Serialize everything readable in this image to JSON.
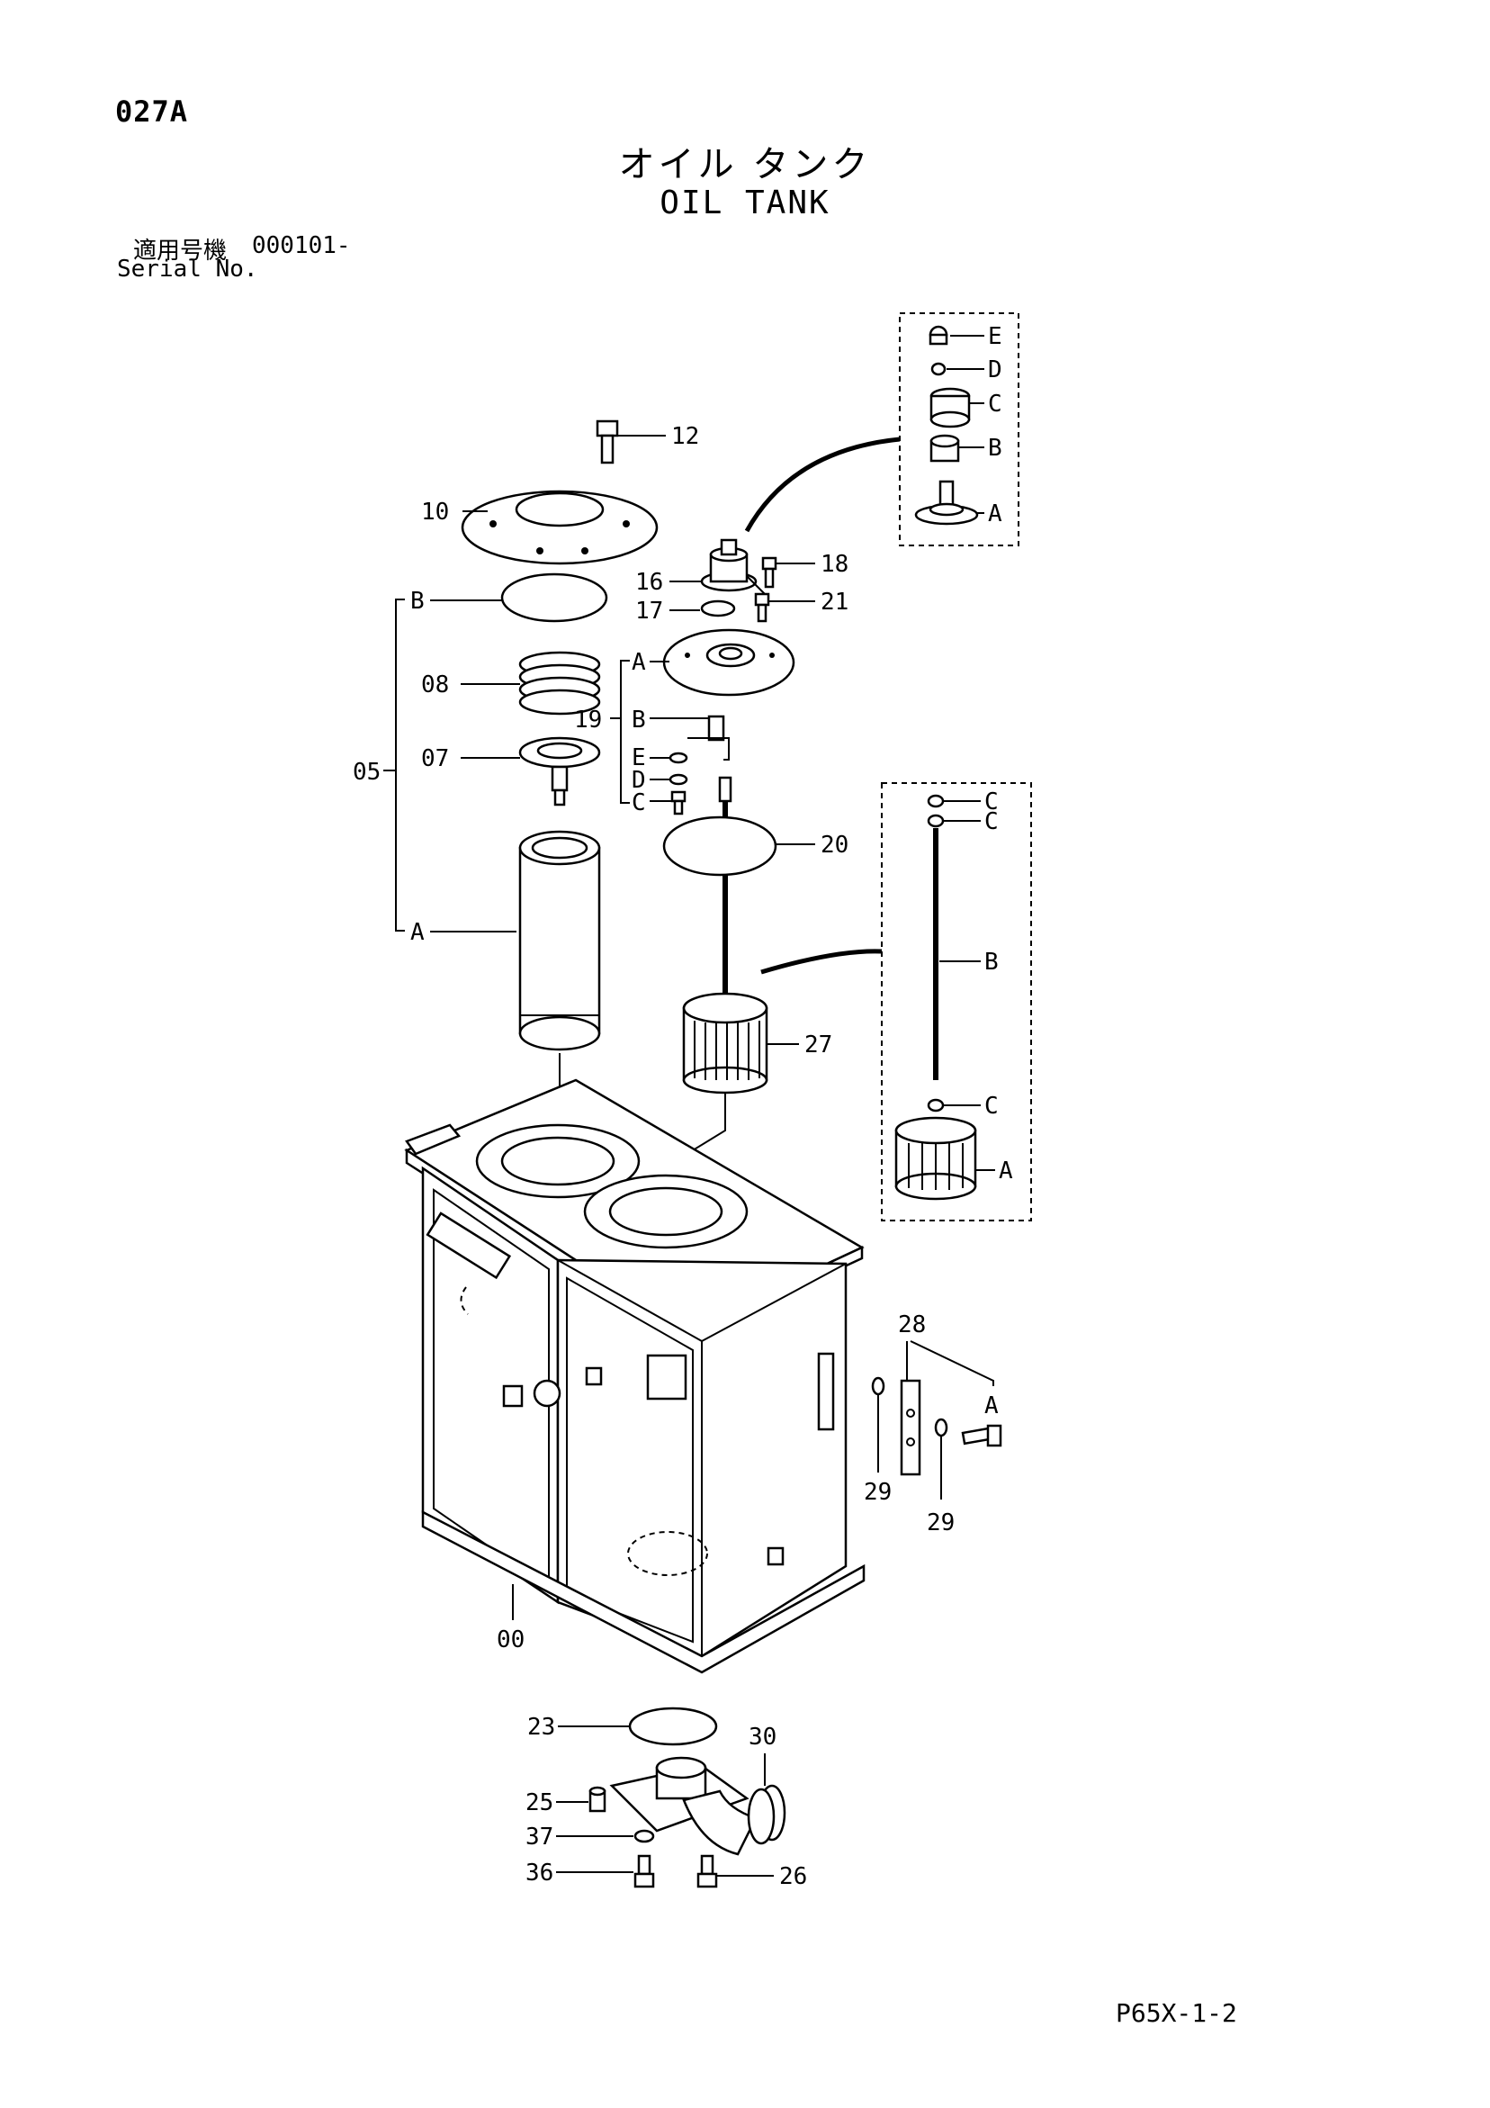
{
  "page": {
    "code": "027A",
    "title_jp": "オイル タンク",
    "title_en": "OIL TANK",
    "serial_label_jp": "適用号機",
    "serial_range": "000101-",
    "serial_label_en": "Serial No.",
    "doc_code": "P65X-1-2"
  },
  "callouts": {
    "p12": "12",
    "p10": "10",
    "p16": "16",
    "p17": "17",
    "p18": "18",
    "p21": "21",
    "p08": "08",
    "p07": "07",
    "p05": "05",
    "p19": "19",
    "p20": "20",
    "p27": "27",
    "p28": "28",
    "p29a": "29",
    "p29b": "29",
    "p00": "00",
    "p23": "23",
    "p30": "30",
    "p25": "25",
    "p37": "37",
    "p36": "36",
    "p26": "26",
    "g05_B": "B",
    "g05_A": "A",
    "g19_A": "A",
    "g19_B": "B",
    "g19_E": "E",
    "g19_D": "D",
    "g19_C": "C",
    "g28_A": "A",
    "box1_E": "E",
    "box1_D": "D",
    "box1_C": "C",
    "box1_B": "B",
    "box1_A": "A",
    "box2_C1": "C",
    "box2_C2": "C",
    "box2_B": "B",
    "box2_C3": "C",
    "box2_A": "A"
  }
}
